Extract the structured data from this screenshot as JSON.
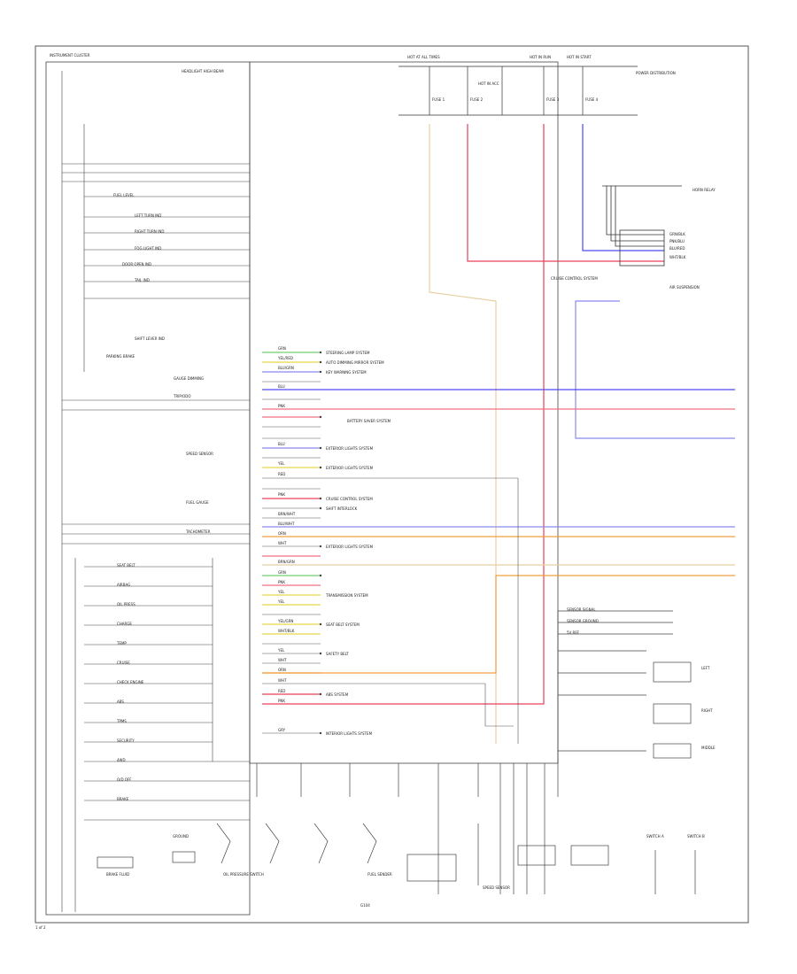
{
  "diagram": {
    "left_block_title": "INSTRUMENT CLUSTER",
    "bottom_ref": "G104",
    "page_number": "1 of 2",
    "top_ground_note": "POWER DISTRIBUTION",
    "right_fuse_labels": [
      "HOT AT ALL TIMES",
      "HOT IN RUN",
      "HOT IN START",
      "HOT IN ACC"
    ],
    "right_fuse_names": [
      "FUSE 1",
      "FUSE 2",
      "FUSE 3",
      "FUSE 4"
    ],
    "right_connector_labels": [
      "GRN/BLK",
      "PNK/BLU",
      "BLU/RED",
      "WHT/BLK",
      "HORN RELAY"
    ],
    "right_mid_labels": [
      "CRUISE CONTROL SYSTEM",
      "AIR SUSPENSION"
    ],
    "center_labels": [
      "STEERING LAMP SYSTEM",
      "AUTO DIMMING MIRROR SYSTEM",
      "KEY WARNING SYSTEM",
      "BATTERY SAVER SYSTEM",
      "EXTERIOR LIGHTS SYSTEM",
      "EXTERIOR LIGHTS SYSTEM",
      "CRUISE CONTROL SYSTEM",
      "SHIFT INTERLOCK",
      "EXTERIOR LIGHTS SYSTEM",
      "TRANSMISSION SYSTEM",
      "SEAT BELT SYSTEM",
      "SAFETY BELT",
      "ABS SYSTEM",
      "INTERIOR LIGHTS SYSTEM"
    ],
    "wire_colors_center": [
      "GRN",
      "YEL/RED",
      "BLU/GRN",
      "BLU",
      "PNK",
      "BLU",
      "YEL",
      "RED",
      "PNK",
      "BRN/WHT",
      "BLU/WHT",
      "ORN",
      "WHT",
      "BRN/GRN",
      "GRN",
      "PNK",
      "YEL",
      "YEL",
      "YEL/GRN",
      "WHT/BLK",
      "YEL",
      "WHT",
      "ORN",
      "WHT",
      "RED",
      "PNK",
      "GRY"
    ],
    "left_indicators": [
      "HEADLIGHT HIGH BEAM",
      "FUEL LEVEL",
      "LEFT TURN IND",
      "RIGHT TURN IND",
      "FOG LIGHT IND",
      "DOOR OPEN IND",
      "TAIL IND",
      "SHIFT LEVER IND",
      "PARKING BRAKE",
      "SEAT BELT",
      "AIRBAG",
      "OIL PRESS",
      "CHARGE",
      "TEMP",
      "CRUISE",
      "CHECK ENGINE",
      "ABS",
      "TPMS",
      "SECURITY",
      "4WD",
      "O/D OFF",
      "BRAKE"
    ],
    "left_mid_labels": [
      "GAUGE DIMMING",
      "TRIP/ODO",
      "SPEED SENSOR",
      "FUEL GAUGE",
      "TACHOMETER"
    ],
    "bottom_labels": [
      "BRAKE FLUID",
      "SPEED SENSOR",
      "OIL PRESSURE SWITCH",
      "FUEL SENDER",
      "GROUND"
    ],
    "bottom_right_labels": [
      "SWITCH A",
      "SWITCH B"
    ],
    "right_lower_labels": [
      "SENSOR SIGNAL",
      "SENSOR GROUND",
      "5V REF",
      "LEFT",
      "RIGHT",
      "MIDDLE"
    ],
    "colors": {
      "wire_red": "#e8405a",
      "wire_blue": "#4a4af0",
      "wire_yellow": "#e8d84a",
      "wire_tan": "#e8cfa0",
      "wire_orange": "#f0a040",
      "wire_pink": "#f07080",
      "wire_green": "#70d070",
      "wire_lightblue": "#8a8af0",
      "line_dark": "#333333"
    }
  }
}
